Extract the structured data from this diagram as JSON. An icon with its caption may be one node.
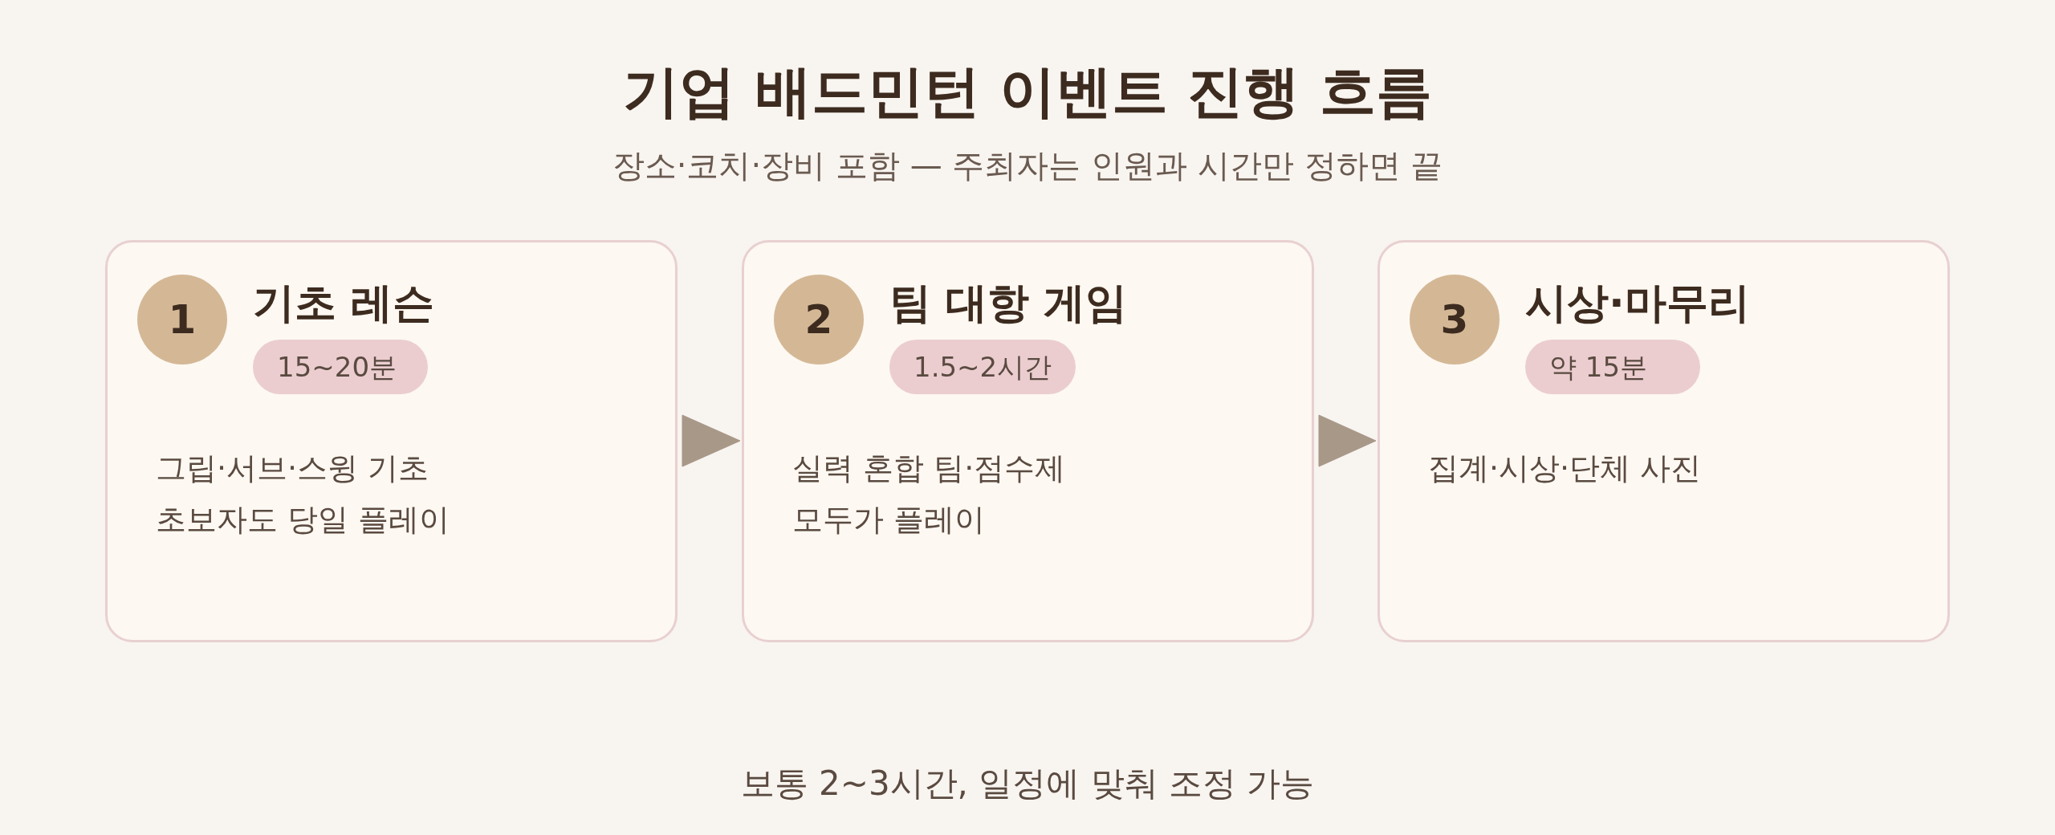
{
  "diagram": {
    "title": "기업 배드민턴 이벤트 진행 흐름",
    "caption": "보통 2~3시간, 일정에 맞춰 조정 가능",
    "nodes": [
      {
        "text": [
          "기초 레슨",
          "그립·서브·스윙 기초",
          "초보자도 당일 플레이"
        ]
      },
      {
        "text": [
          "1"
        ],
        "in": 0
      },
      {
        "text": [
          "15~20분"
        ],
        "in": 0
      },
      {
        "text": [
          "팀 대항 게임",
          "실력 혼합 팀·점수제",
          "모두가 플레이"
        ]
      },
      {
        "text": [
          "2"
        ],
        "in": 3
      },
      {
        "text": [
          "1.5~2시간"
        ],
        "in": 3
      },
      {
        "text": [
          "시상·마무리",
          "집계·시상·단체 사진"
        ]
      },
      {
        "text": [
          "3"
        ],
        "in": 6
      },
      {
        "text": [
          "약 15분"
        ],
        "in": 6
      }
    ],
    "edges": [
      {
        "from": 0,
        "to": 3,
        "arrow": "to"
      },
      {
        "from": 3,
        "to": 6,
        "arrow": "to"
      }
    ],
    "labels": [
      "장소·코치·장비 포함 — 주최자는 인원과 시간만 정하면 끝"
    ]
  }
}
